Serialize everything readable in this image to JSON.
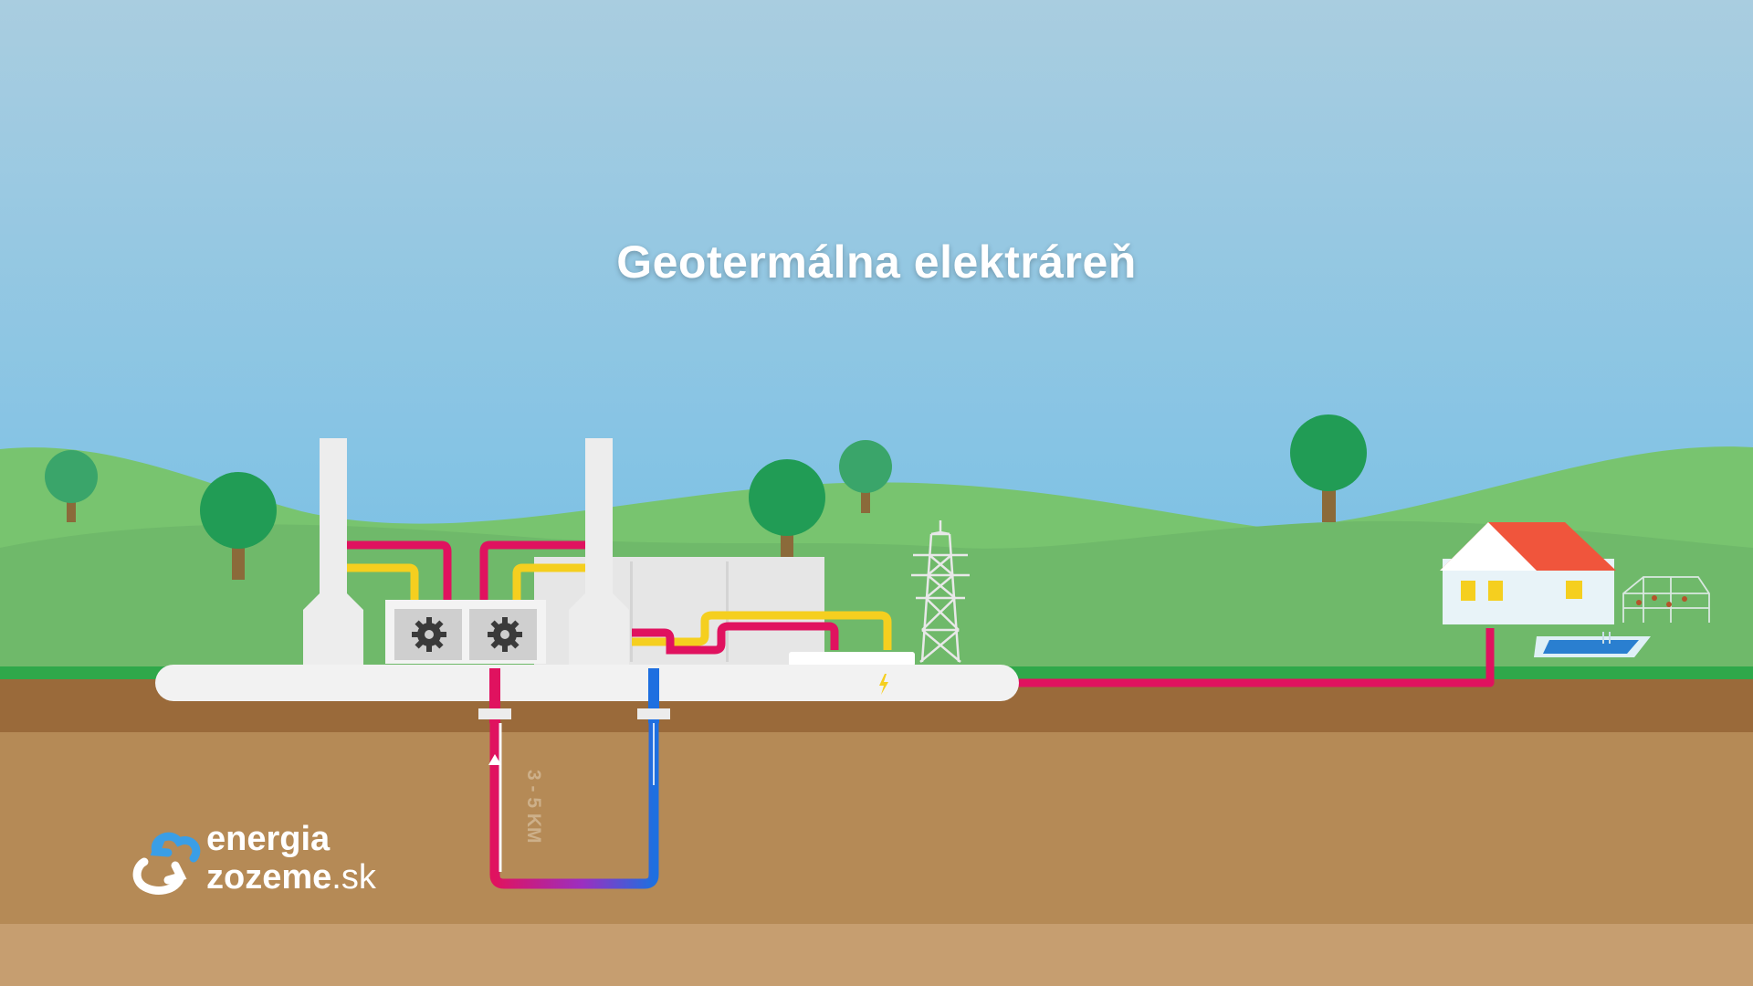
{
  "title": "Geotermálna elektráreň",
  "depth_label": "3 - 5 KM",
  "logo": {
    "line1": "energia",
    "line2_bold": "zozeme",
    "line2_light": ".sk"
  },
  "colors": {
    "sky_top": "#a9cde0",
    "sky_bottom": "#74bfe6",
    "hills": "#6fb96a",
    "hot_pipe": "#e0125f",
    "cold_pipe": "#1e6fe0",
    "power_cable": "#f5cf1f",
    "soil": "#b58a56",
    "roof": "#f0553c"
  },
  "icons": [
    "gear-icon",
    "lightning-icon",
    "arrow-up-icon",
    "pylon-icon",
    "house-icon",
    "pool-icon",
    "greenhouse-icon",
    "tree-icon",
    "logo-icon"
  ]
}
